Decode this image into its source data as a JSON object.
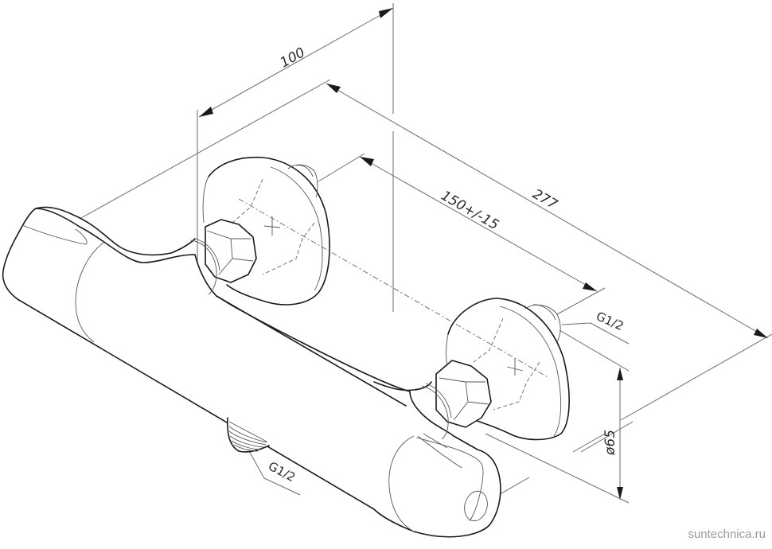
{
  "drawing": {
    "subject": "thermostatic shower mixer, isometric technical drawing",
    "line_color": "#1a1a1a",
    "dimension_color": "#6a6a6a",
    "background": "#ffffff"
  },
  "dimensions": {
    "depth": "100",
    "overall_length": "277",
    "inlet_spacing": "150+/-15",
    "flange_diameter": "ø65"
  },
  "callouts": {
    "inlet_thread": "G1/2",
    "outlet_thread": "G1/2"
  },
  "watermark": "suntechnica.ru"
}
